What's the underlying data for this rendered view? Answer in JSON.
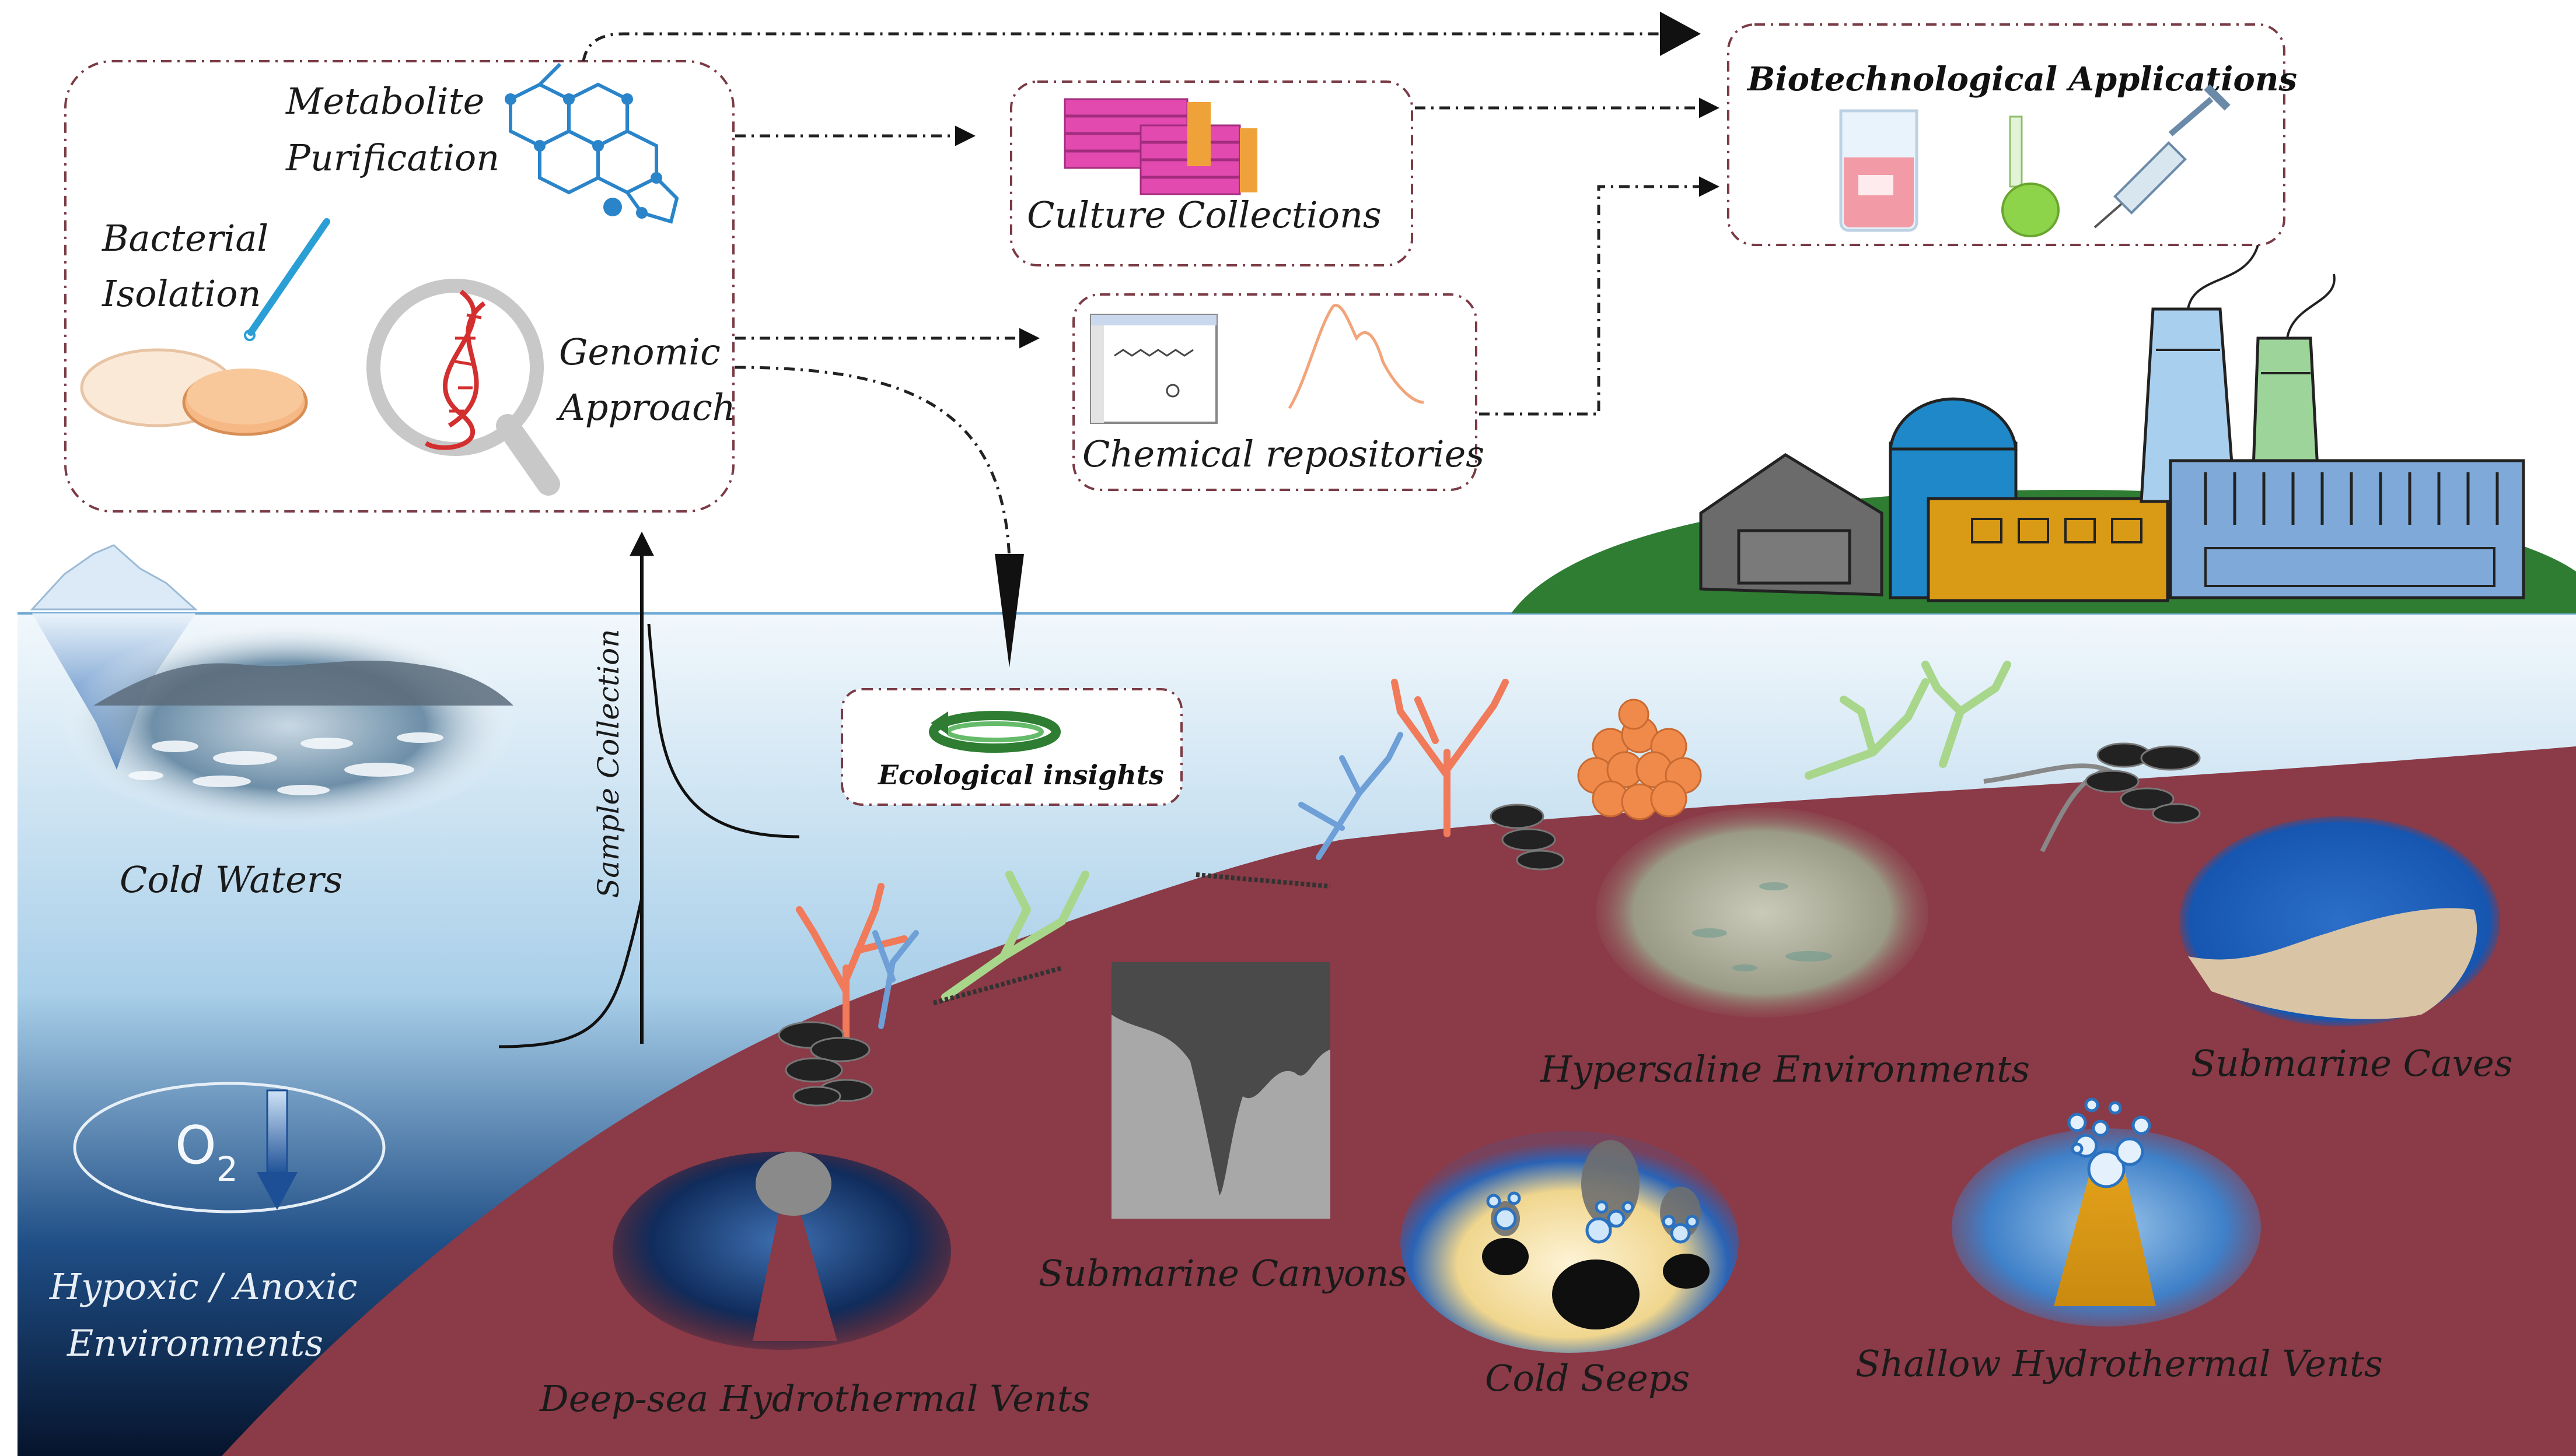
{
  "labels": {
    "metabolite_purification": [
      "Metabolite",
      "Purification"
    ],
    "bacterial_isolation": [
      "Bacterial",
      "Isolation"
    ],
    "genomic_approach": [
      "Genomic",
      "Approach"
    ],
    "culture_collections": "Culture Collections",
    "chemical_repositories": "Chemical repositories",
    "biotechnological_applications": "Biotechnological Applications",
    "ecological_insights": "Ecological insights",
    "sample_collection": "Sample Collection",
    "cold_waters": "Cold Waters",
    "o2": "O",
    "o2_sub": "2",
    "hypoxic": [
      "Hypoxic / Anoxic",
      "Environments"
    ],
    "deep_sea_vents": "Deep-sea Hydrothermal Vents",
    "submarine_canyons": "Submarine Canyons",
    "cold_seeps": "Cold Seeps",
    "hypersaline": "Hypersaline Environments",
    "submarine_caves": "Submarine Caves",
    "shallow_vents": "Shallow Hydrothermal Vents"
  },
  "colors": {
    "seabed": "#8b3a47",
    "water_top": "#e8f3fa",
    "water_bottom": "#0a1c3a",
    "hill": "#2e7d32",
    "box_border": "#7a3b45"
  }
}
